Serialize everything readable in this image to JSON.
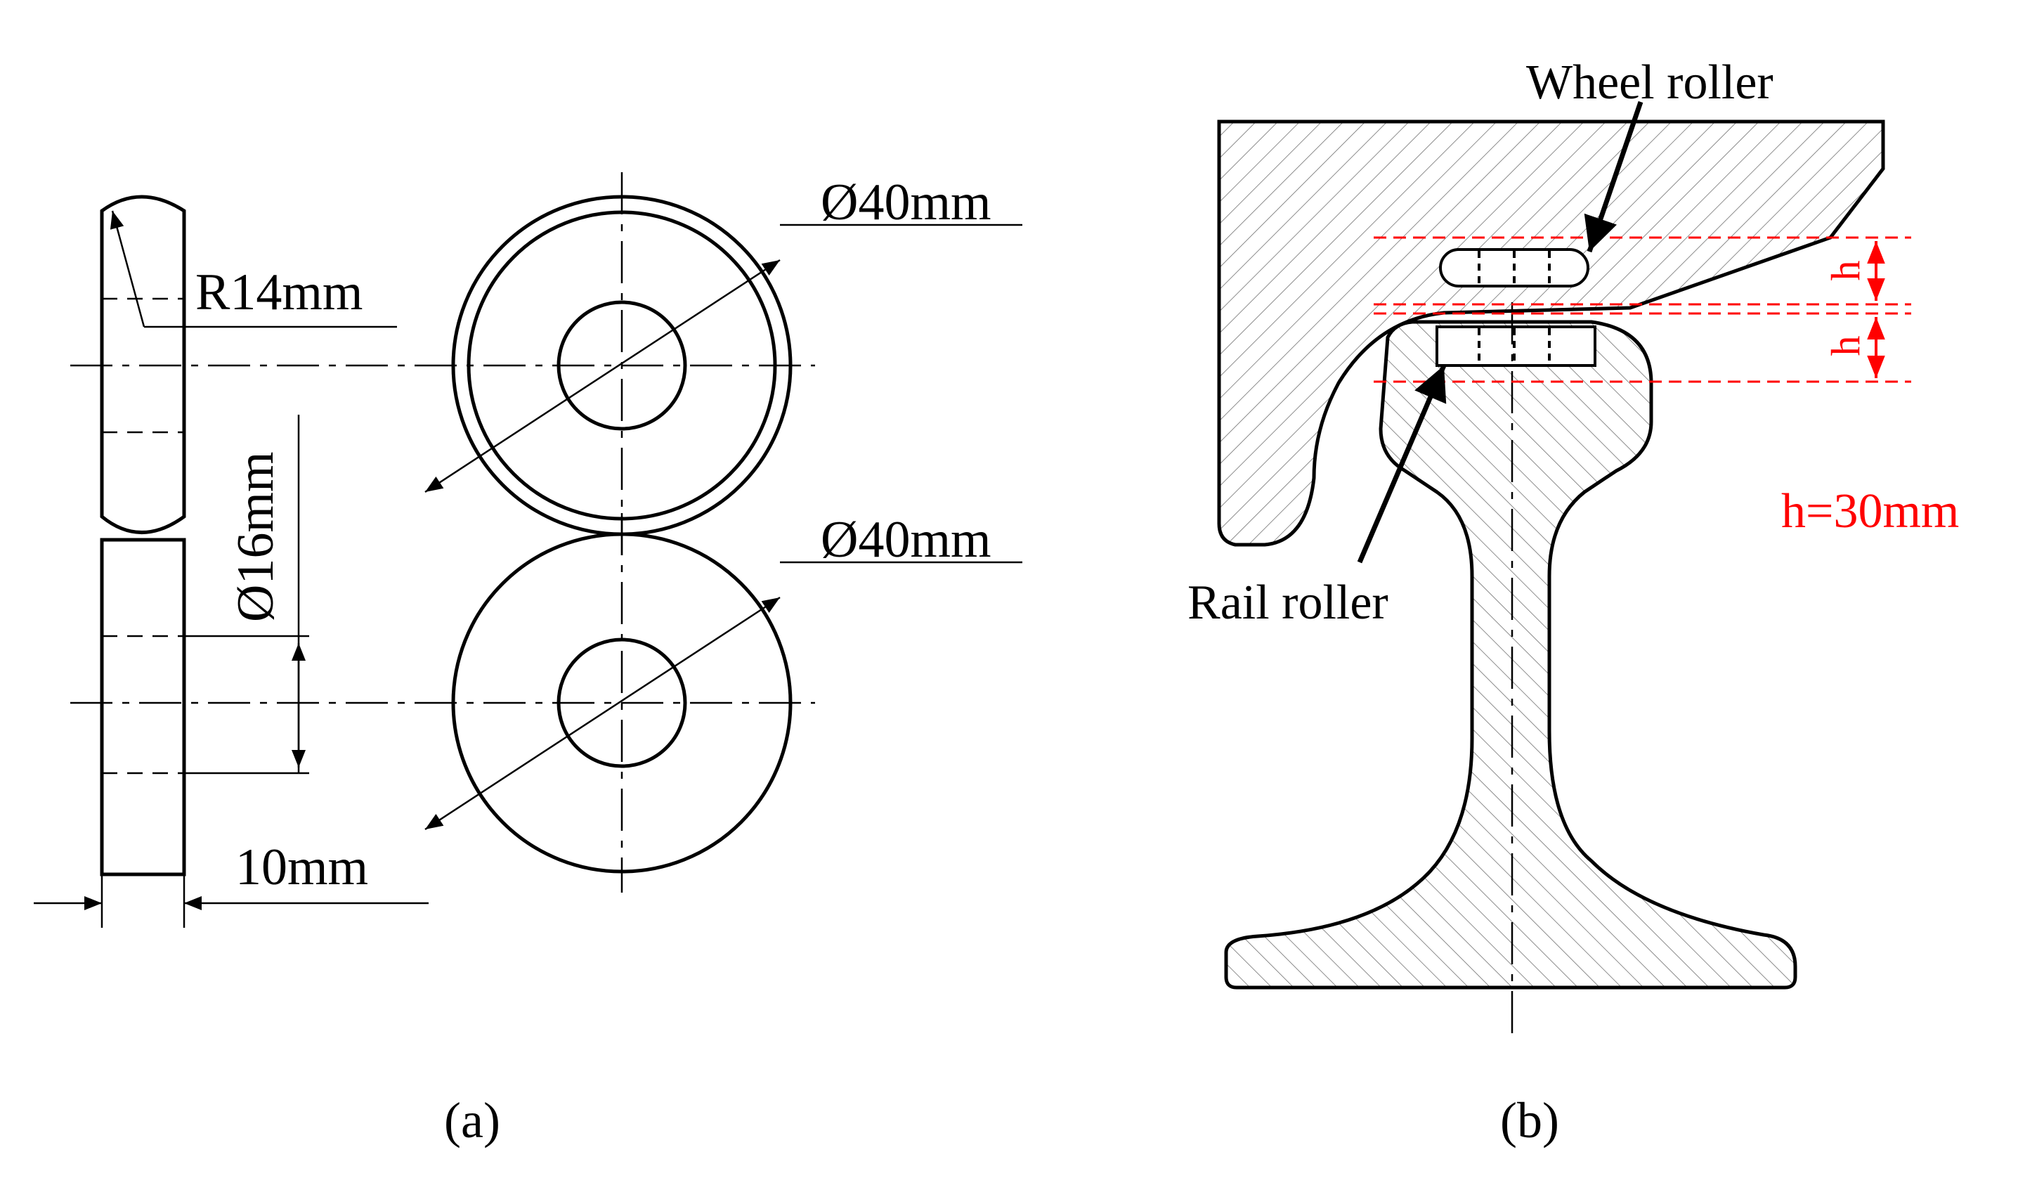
{
  "panel_a": {
    "caption": "(a)",
    "dims": {
      "radius": "R14mm",
      "diameter_top": "Ø40mm",
      "diameter_bottom": "Ø40mm",
      "inner_diameter": "Ø16mm",
      "thickness": "10mm"
    }
  },
  "panel_b": {
    "caption": "(b)",
    "wheel_roller_label": "Wheel roller",
    "rail_roller_label": "Rail roller",
    "h_label_top": "h",
    "h_label_bottom": "h",
    "h_value": "h=30mm"
  },
  "colors": {
    "line": "#000000",
    "accent": "#ff0000",
    "hatch": "#707070"
  }
}
